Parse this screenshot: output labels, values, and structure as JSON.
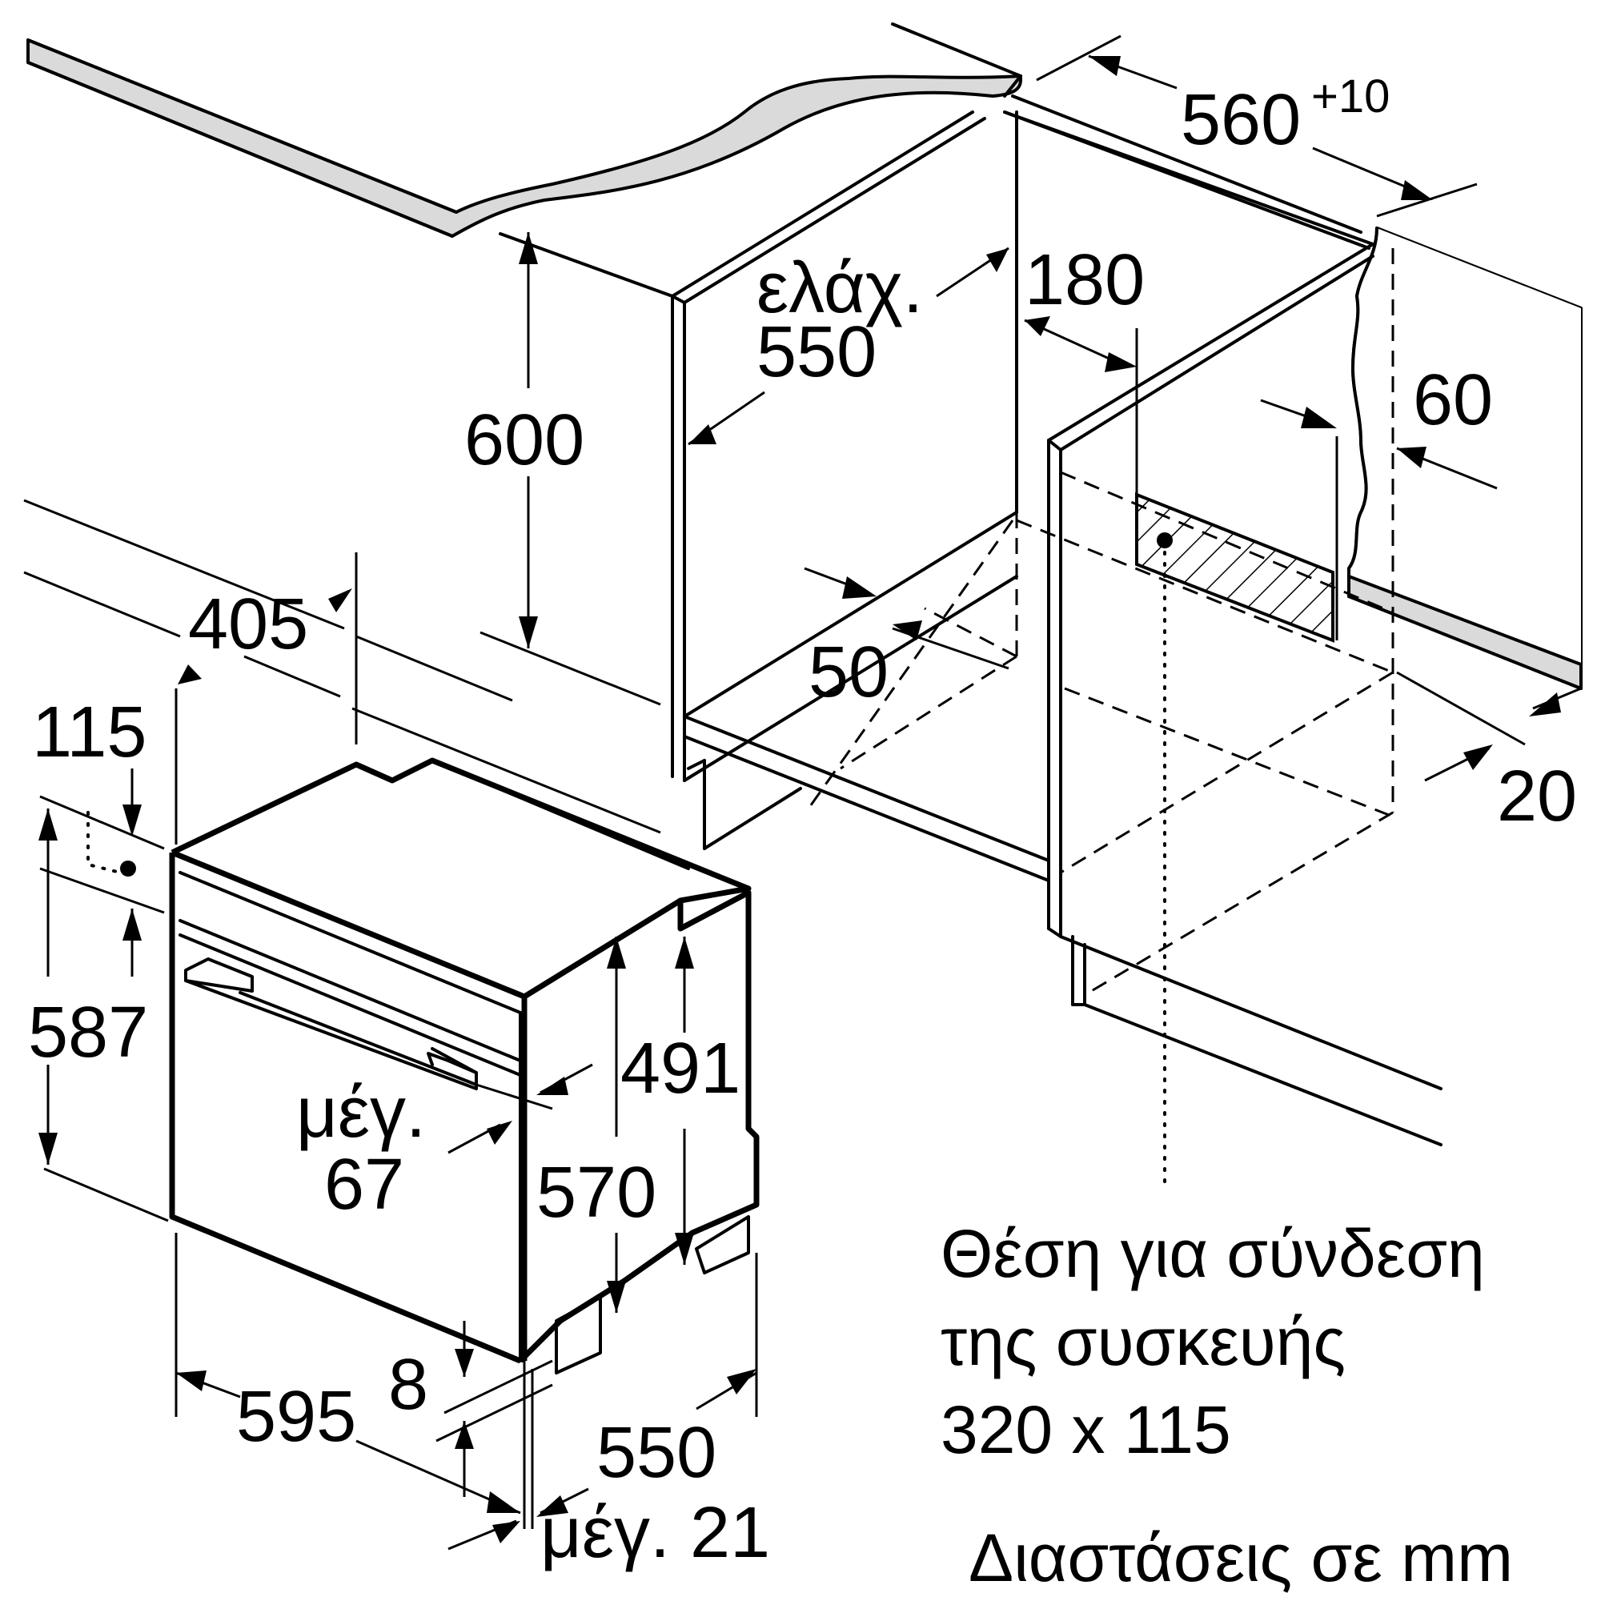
{
  "dimensions": {
    "d560": "560",
    "d560_tol": "+10",
    "d180": "180",
    "min550_prefix": "ελάχ.",
    "min550_value": "550",
    "d600": "600",
    "d60": "60",
    "d405": "405",
    "d115": "115",
    "d50": "50",
    "d20": "20",
    "d587": "587",
    "d491": "491",
    "max67_prefix": "μέγ.",
    "max67_value": "67",
    "d570": "570",
    "d8": "8",
    "d595": "595",
    "d550": "550",
    "max21": "μέγ. 21"
  },
  "connection_note": {
    "line1": "Θέση για σύνδεση",
    "line2": "της συσκευής",
    "line3": "320 x 115"
  },
  "units_note": "Διαστάσεις σε mm",
  "colors": {
    "line": "#000000",
    "countertop": "#dadada",
    "background": "#ffffff"
  }
}
